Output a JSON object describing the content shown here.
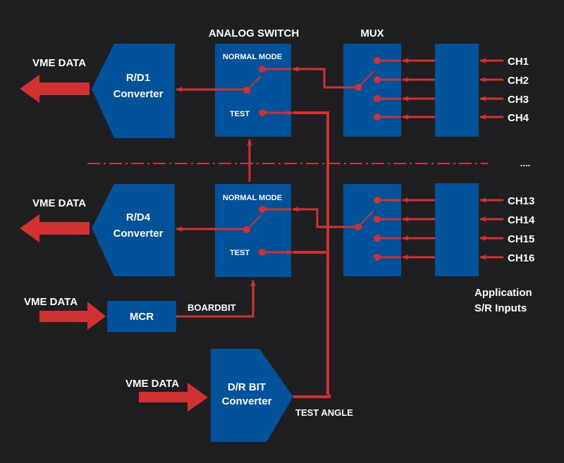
{
  "colors": {
    "background": "#1f1f21",
    "block": "#00529b",
    "signal": "#d03232",
    "text": "#ffffff"
  },
  "headers": {
    "analog_switch": "ANALOG SWITCH",
    "mux": "MUX"
  },
  "converters": {
    "rd1": {
      "line1": "R/D1",
      "line2": "Converter"
    },
    "rd4": {
      "line1": "R/D4",
      "line2": "Converter"
    },
    "drbit": {
      "line1": "D/R BIT",
      "line2": "Converter"
    }
  },
  "vme_data": {
    "rd1": "VME DATA",
    "rd4": "VME DATA",
    "mcr": "VME DATA",
    "drbit": "VME DATA"
  },
  "switch_labels": {
    "normal_mode_top": "NORMAL MODE",
    "test_top": "TEST",
    "normal_mode_bottom": "NORMAL MODE",
    "test_bottom": "TEST"
  },
  "mcr": {
    "label": "MCR",
    "output": "BOARDBIT"
  },
  "test_angle": "TEST ANGLE",
  "channels_top": [
    "CH1",
    "CH2",
    "CH3",
    "CH4"
  ],
  "channels_bottom": [
    "CH13",
    "CH14",
    "CH15",
    "CH16"
  ],
  "ellipsis": "....",
  "inputs_caption": {
    "line1": "Application",
    "line2": "S/R Inputs"
  }
}
